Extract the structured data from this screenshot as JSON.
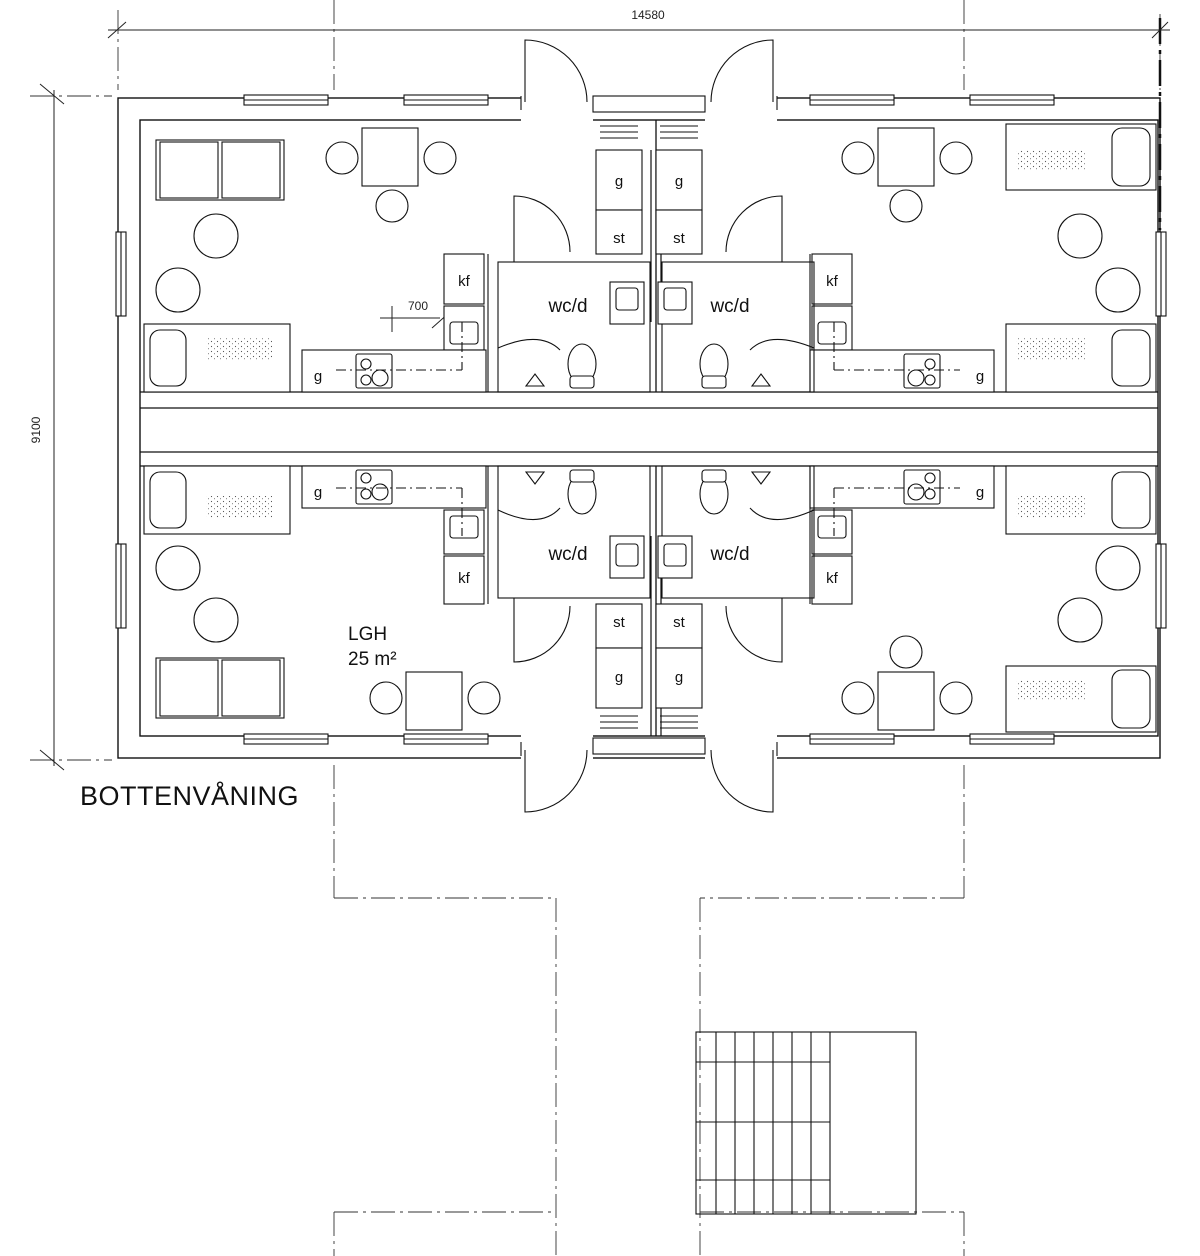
{
  "dimensions": {
    "width": "14580",
    "height": "9100",
    "sink_clearance": "700"
  },
  "floor_title": "BOTTENVÅNING",
  "apartment": {
    "label": "LGH",
    "area": "25 m²"
  },
  "room_labels": {
    "bathroom": "wc/d"
  },
  "fixture_labels": {
    "fridge_freezer": "kf",
    "wardrobe": "g",
    "closet": "st"
  }
}
